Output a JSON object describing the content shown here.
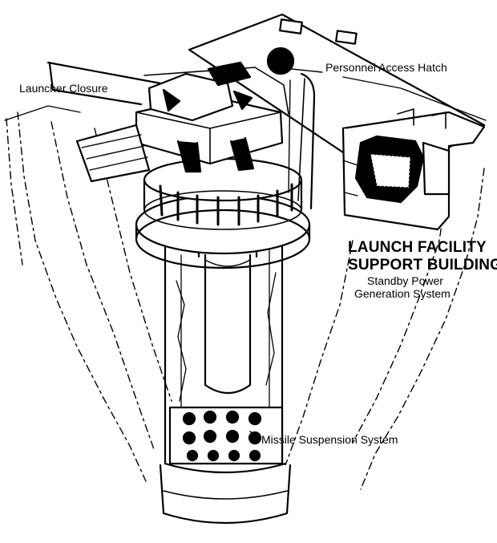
{
  "labels": {
    "launcher_closure": "Launcher Closure",
    "personnel_access_hatch": "Personnel Access Hatch",
    "lfsb_line1": "LAUNCH FACILITY",
    "lfsb_line2": "SUPPORT BUILDING",
    "standby_line1": "Standby Power",
    "standby_line2": "Generation System",
    "missile_suspension": "Missile Suspension System"
  },
  "style": {
    "ink": "#000000",
    "paper": "#ffffff"
  }
}
